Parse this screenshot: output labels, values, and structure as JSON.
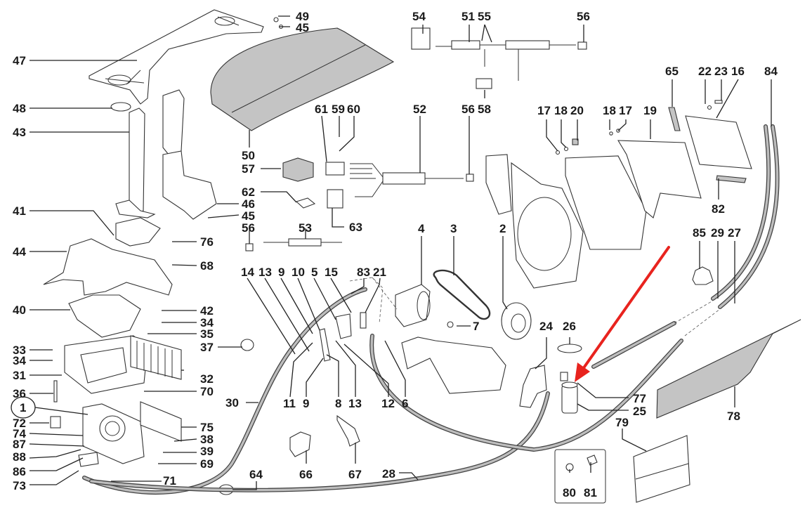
{
  "diagram": {
    "title": "Air conditioning system exploded parts diagram",
    "highlight": {
      "type": "red-arrow",
      "color": "#e8231e",
      "points_to_callout": "77"
    },
    "callouts": [
      {
        "id": "c47",
        "label": "47"
      },
      {
        "id": "c48",
        "label": "48"
      },
      {
        "id": "c43",
        "label": "43"
      },
      {
        "id": "c49",
        "label": "49"
      },
      {
        "id": "c45a",
        "label": "45"
      },
      {
        "id": "c50",
        "label": "50"
      },
      {
        "id": "c57",
        "label": "57"
      },
      {
        "id": "c62",
        "label": "62"
      },
      {
        "id": "c46",
        "label": "46"
      },
      {
        "id": "c45b",
        "label": "45"
      },
      {
        "id": "c56a",
        "label": "56"
      },
      {
        "id": "c41",
        "label": "41"
      },
      {
        "id": "c44",
        "label": "44"
      },
      {
        "id": "c76",
        "label": "76"
      },
      {
        "id": "c68",
        "label": "68"
      },
      {
        "id": "c40",
        "label": "40"
      },
      {
        "id": "c42",
        "label": "42"
      },
      {
        "id": "c34a",
        "label": "34"
      },
      {
        "id": "c35",
        "label": "35"
      },
      {
        "id": "c37",
        "label": "37"
      },
      {
        "id": "c33",
        "label": "33"
      },
      {
        "id": "c34b",
        "label": "34"
      },
      {
        "id": "c31",
        "label": "31"
      },
      {
        "id": "c32",
        "label": "32"
      },
      {
        "id": "c36",
        "label": "36"
      },
      {
        "id": "c70",
        "label": "70"
      },
      {
        "id": "c1",
        "label": "1",
        "circled": true
      },
      {
        "id": "c72",
        "label": "72"
      },
      {
        "id": "c75",
        "label": "75"
      },
      {
        "id": "c74",
        "label": "74"
      },
      {
        "id": "c38",
        "label": "38"
      },
      {
        "id": "c87",
        "label": "87"
      },
      {
        "id": "c39",
        "label": "39"
      },
      {
        "id": "c88",
        "label": "88"
      },
      {
        "id": "c69",
        "label": "69"
      },
      {
        "id": "c86",
        "label": "86"
      },
      {
        "id": "c71",
        "label": "71"
      },
      {
        "id": "c73",
        "label": "73"
      },
      {
        "id": "c30",
        "label": "30"
      },
      {
        "id": "c64",
        "label": "64"
      },
      {
        "id": "c54",
        "label": "54"
      },
      {
        "id": "c51",
        "label": "51"
      },
      {
        "id": "c55",
        "label": "55"
      },
      {
        "id": "c56b",
        "label": "56"
      },
      {
        "id": "c58",
        "label": "58"
      },
      {
        "id": "c56c",
        "label": "56"
      },
      {
        "id": "c61",
        "label": "61"
      },
      {
        "id": "c59",
        "label": "59"
      },
      {
        "id": "c60",
        "label": "60"
      },
      {
        "id": "c52",
        "label": "52"
      },
      {
        "id": "c63",
        "label": "63"
      },
      {
        "id": "c53",
        "label": "53"
      },
      {
        "id": "c14",
        "label": "14"
      },
      {
        "id": "c13a",
        "label": "13"
      },
      {
        "id": "c9a",
        "label": "9"
      },
      {
        "id": "c10",
        "label": "10"
      },
      {
        "id": "c5",
        "label": "5"
      },
      {
        "id": "c15",
        "label": "15"
      },
      {
        "id": "c83",
        "label": "83"
      },
      {
        "id": "c21",
        "label": "21"
      },
      {
        "id": "c4",
        "label": "4"
      },
      {
        "id": "c3",
        "label": "3"
      },
      {
        "id": "c2",
        "label": "2"
      },
      {
        "id": "c7",
        "label": "7"
      },
      {
        "id": "c11",
        "label": "11"
      },
      {
        "id": "c9b",
        "label": "9"
      },
      {
        "id": "c8",
        "label": "8"
      },
      {
        "id": "c13b",
        "label": "13"
      },
      {
        "id": "c12",
        "label": "12"
      },
      {
        "id": "c6",
        "label": "6"
      },
      {
        "id": "c66",
        "label": "66"
      },
      {
        "id": "c67",
        "label": "67"
      },
      {
        "id": "c28",
        "label": "28"
      },
      {
        "id": "c17a",
        "label": "17"
      },
      {
        "id": "c18a",
        "label": "18"
      },
      {
        "id": "c20",
        "label": "20"
      },
      {
        "id": "c18b",
        "label": "18"
      },
      {
        "id": "c17b",
        "label": "17"
      },
      {
        "id": "c19",
        "label": "19"
      },
      {
        "id": "c65",
        "label": "65"
      },
      {
        "id": "c22",
        "label": "22"
      },
      {
        "id": "c23",
        "label": "23"
      },
      {
        "id": "c16",
        "label": "16"
      },
      {
        "id": "c84",
        "label": "84"
      },
      {
        "id": "c82",
        "label": "82"
      },
      {
        "id": "c85",
        "label": "85"
      },
      {
        "id": "c29",
        "label": "29"
      },
      {
        "id": "c27",
        "label": "27"
      },
      {
        "id": "c24",
        "label": "24"
      },
      {
        "id": "c26",
        "label": "26"
      },
      {
        "id": "c77",
        "label": "77"
      },
      {
        "id": "c25",
        "label": "25"
      },
      {
        "id": "c78",
        "label": "78"
      },
      {
        "id": "c79",
        "label": "79"
      },
      {
        "id": "c80",
        "label": "80"
      },
      {
        "id": "c81",
        "label": "81"
      }
    ]
  }
}
